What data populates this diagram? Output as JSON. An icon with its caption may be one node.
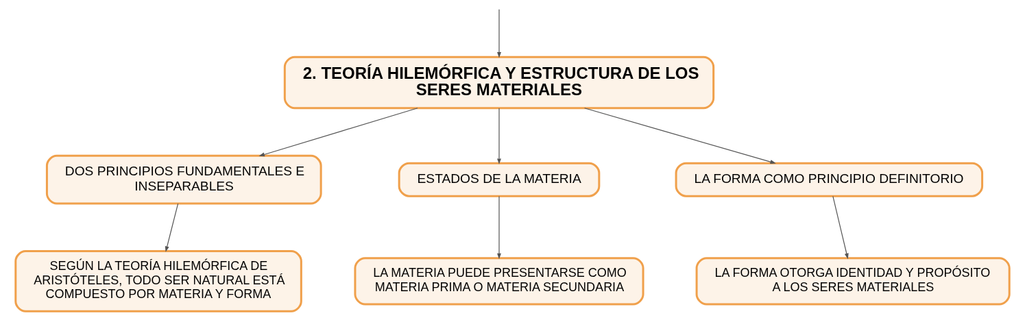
{
  "diagram": {
    "nodes": [
      {
        "text": [
          "2. TEORÍA HILEMÓRFICA Y ESTRUCTURA DE LOS SERES MATERIALES"
        ]
      },
      {
        "text": [
          "DOS PRINCIPIOS FUNDAMENTALES E INSEPARABLES"
        ]
      },
      {
        "text": [
          "ESTADOS DE LA MATERIA"
        ]
      },
      {
        "text": [
          "LA FORMA COMO PRINCIPIO DEFINITORIO"
        ]
      },
      {
        "text": [
          "SEGÚN LA TEORÍA HILEMÓRFICA DE ARISTÓTELES, TODO SER NATURAL ESTÁ COMPUESTO POR MATERIA Y FORMA"
        ]
      },
      {
        "text": [
          "LA MATERIA PUEDE PRESENTARSE COMO MATERIA PRIMA O MATERIA SECUNDARIA"
        ]
      },
      {
        "text": [
          "LA FORMA OTORGA IDENTIDAD Y PROPÓSITO A LOS SERES MATERIALES"
        ]
      }
    ],
    "edges": [
      {
        "from": null,
        "to": 0,
        "arrow": "to"
      },
      {
        "from": 0,
        "to": 1,
        "arrow": "to"
      },
      {
        "from": 0,
        "to": 2,
        "arrow": "to"
      },
      {
        "from": 0,
        "to": 3,
        "arrow": "to"
      },
      {
        "from": 1,
        "to": 4,
        "arrow": "to"
      },
      {
        "from": 2,
        "to": 5,
        "arrow": "to"
      },
      {
        "from": 3,
        "to": 6,
        "arrow": "to"
      }
    ]
  }
}
